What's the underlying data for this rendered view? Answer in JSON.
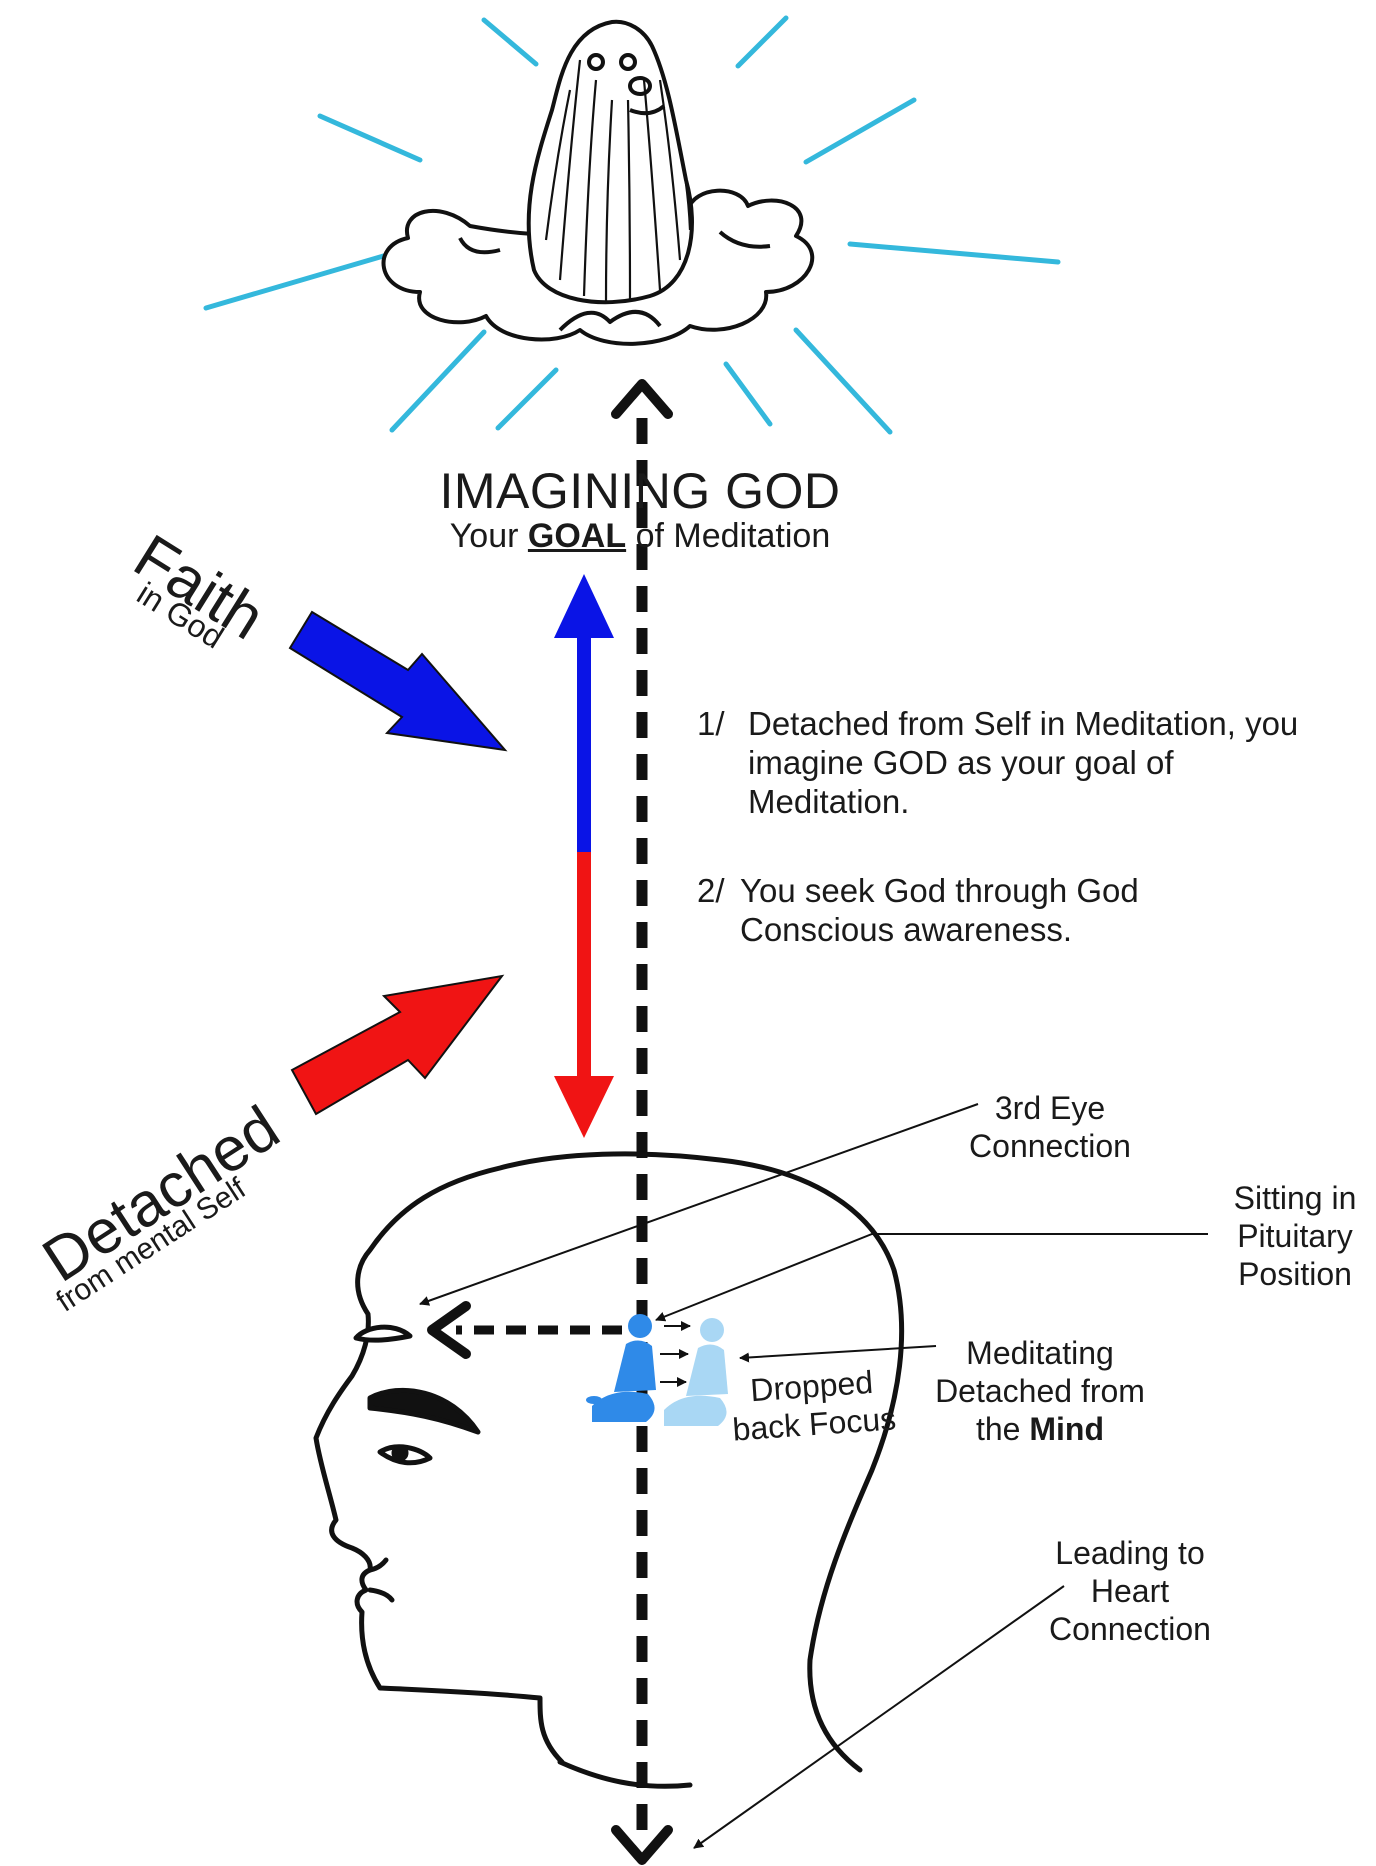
{
  "title": {
    "main": "IMAGINING GOD",
    "sub_before": "Your ",
    "sub_goal": "GOAL",
    "sub_after": " of Meditation"
  },
  "faith": {
    "word": "Faith",
    "sub": "in God",
    "color": "#0a14e6"
  },
  "detached": {
    "word": "Detached",
    "sub": "from mental Self",
    "color": "#f01414"
  },
  "steps": [
    {
      "num": "1/",
      "text": "Detached from Self in Meditation, you imagine GOD as your goal of Meditation."
    },
    {
      "num": "2/",
      "text": "You seek God through God Conscious awareness."
    }
  ],
  "labels": {
    "third_eye": "3rd Eye Connection",
    "pituitary": "Sitting in Pituitary Position",
    "meditating_before": "Meditating Detached from the ",
    "meditating_bold": "Mind",
    "dropped": "Dropped back Focus",
    "leading": "Leading to Heart Connection"
  },
  "colors": {
    "rays": "#34b8dc",
    "figure_dark": "#2f8ae8",
    "figure_light": "#a9d7f4"
  },
  "icons": [
    "sage-on-cloud-icon",
    "meditating-figure-icon",
    "head-profile-icon"
  ]
}
